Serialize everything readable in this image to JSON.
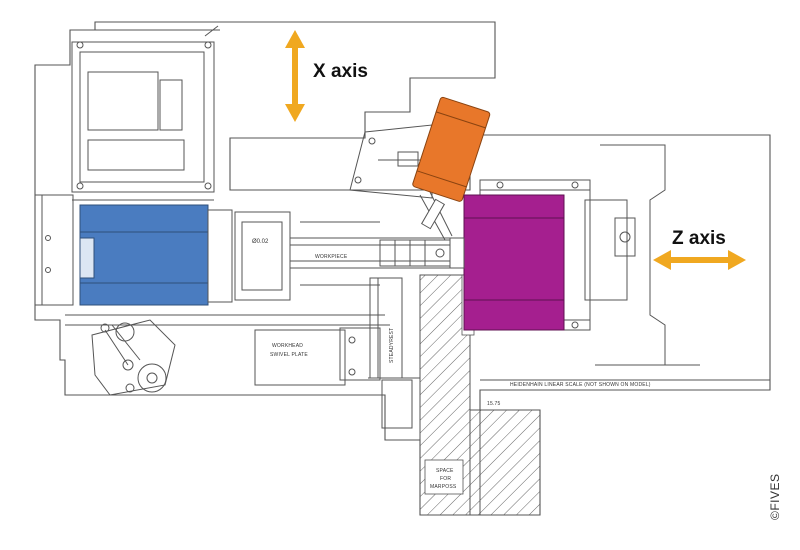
{
  "labels": {
    "x_axis": "X axis",
    "z_axis": "Z axis",
    "workhead_swivel_line1": "WORKHEAD",
    "workhead_swivel_line2": "SWIVEL PLATE",
    "steadyrest": "STEADYREST",
    "workpiece": "WORKPIECE",
    "linear_scale": "HEIDENHAIN LINEAR SCALE (NOT SHOWN ON MODEL)",
    "space_line1": "SPACE",
    "space_line2": "FOR",
    "space_line3": "MARPOSS",
    "dimension": "Ø0.02",
    "dim_small": "15.75",
    "copyright": "©FIVES"
  },
  "colors": {
    "workhead_block": "#4a7cc0",
    "gauge_head": "#e8772a",
    "wheelhead_block": "#a51f8f",
    "axis_arrow": "#f0a820",
    "line": "#555555"
  },
  "icons": {
    "x_arrow": "double-headed-vertical-arrow",
    "z_arrow": "double-headed-horizontal-arrow"
  }
}
